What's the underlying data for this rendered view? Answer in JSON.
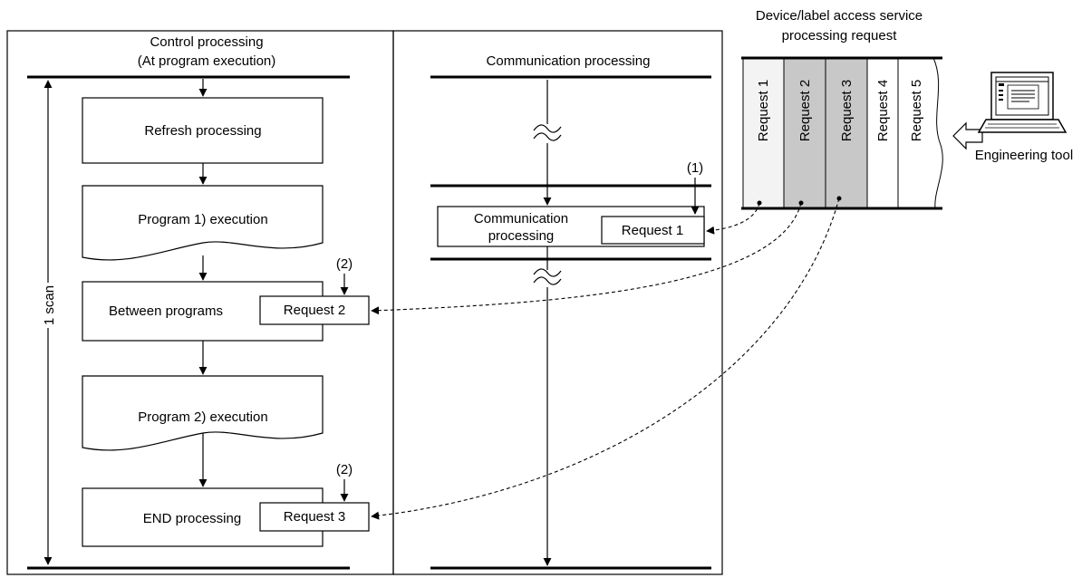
{
  "control_column": {
    "title_line1": "Control processing",
    "title_line2": "(At program execution)",
    "scan_label": "1 scan",
    "steps": {
      "refresh": "Refresh processing",
      "program1": "Program 1) execution",
      "between": "Between programs",
      "program2": "Program 2) execution",
      "end": "END processing"
    },
    "marker_between": "(2)",
    "marker_end": "(2)",
    "request_between": "Request 2",
    "request_end": "Request 3"
  },
  "communication_column": {
    "title": "Communication processing",
    "box_line1": "Communication",
    "box_line2": "processing",
    "marker": "(1)",
    "request": "Request 1"
  },
  "queue": {
    "title_line1": "Device/label access service",
    "title_line2": "processing request",
    "requests": [
      "Request 1",
      "Request 2",
      "Request 3",
      "Request 4",
      "Request 5"
    ]
  },
  "engineering_tool": {
    "label": "Engineering tool",
    "icon": "laptop-icon"
  },
  "colors": {
    "line": "#000000",
    "shaded_request": "#c8c8c8",
    "queue_background": "#f3f3f3"
  }
}
